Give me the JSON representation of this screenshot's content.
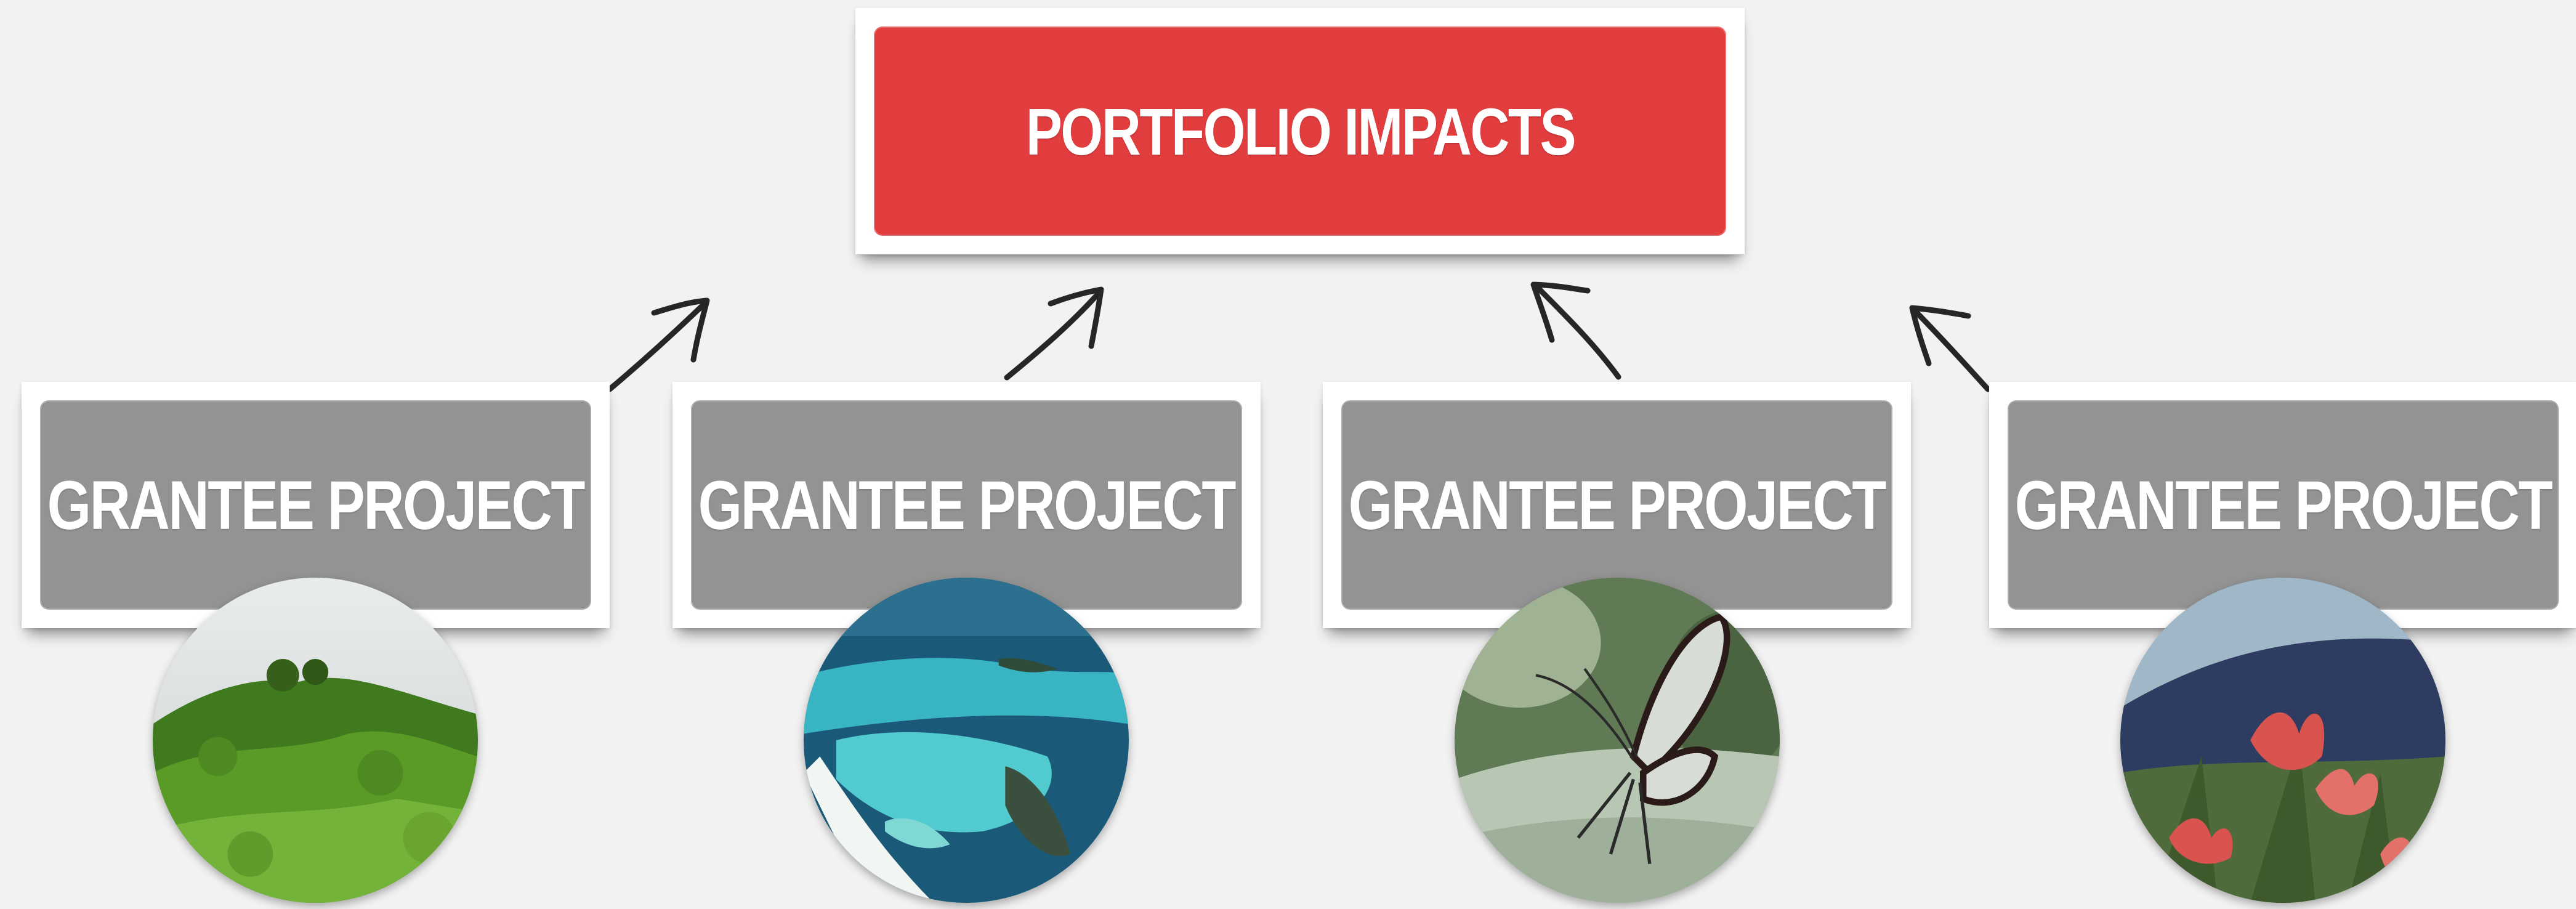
{
  "top": {
    "label": "PORTFOLIO IMPACTS"
  },
  "projects": [
    {
      "label": "GRANTEE PROJECT",
      "photo": "forest-hill-photo"
    },
    {
      "label": "GRANTEE PROJECT",
      "photo": "coral-reef-aerial-photo"
    },
    {
      "label": "GRANTEE PROJECT",
      "photo": "glasswing-butterfly-photo"
    },
    {
      "label": "GRANTEE PROJECT",
      "photo": "protea-flowers-photo"
    }
  ],
  "colors": {
    "top_box": "#e23d3e",
    "project_box": "#939393",
    "arrow": "#222222",
    "background": "#f2f2f2"
  }
}
